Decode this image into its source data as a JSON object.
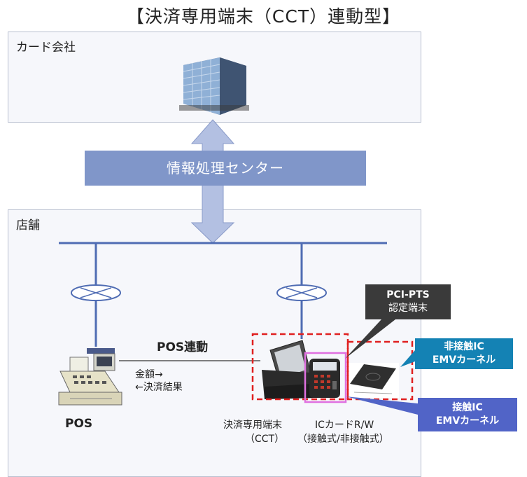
{
  "title": "【決済専用端末（CCT）連動型】",
  "card_company": {
    "label": "カード会社"
  },
  "center": {
    "label": "情報処理センター"
  },
  "store": {
    "label": "店舗",
    "pos_link_label": "POS連動",
    "amount_label": "金額→",
    "result_label": "←決済結果",
    "pos_label": "POS",
    "cct_label": "決済専用端末",
    "cct_sub": "（CCT）",
    "icrw_label": "ICカードR/W",
    "icrw_sub": "（接触式/非接触式）"
  },
  "callouts": {
    "pci": [
      "PCI-PTS",
      "認定端末"
    ],
    "contactless": [
      "非接触IC",
      "EMVカーネル"
    ],
    "contact": [
      "接触IC",
      "EMVカーネル"
    ]
  },
  "colors": {
    "box_fill": "#f6f7fb",
    "center_band": "#8096c9",
    "arrow": "#b3c0e2",
    "network_line": "#4f6cb3",
    "dashed_highlight": "#e02020",
    "contact_highlight": "#e070e0",
    "pci_callout": "#3a3a3a",
    "contactless_callout": "#1482b4",
    "contact_callout": "#5164c7"
  },
  "icons": [
    "office-building-icon",
    "hub-icon",
    "pos-register-icon",
    "cct-terminal-icon",
    "ic-card-reader-icon",
    "contactless-reader-icon"
  ]
}
